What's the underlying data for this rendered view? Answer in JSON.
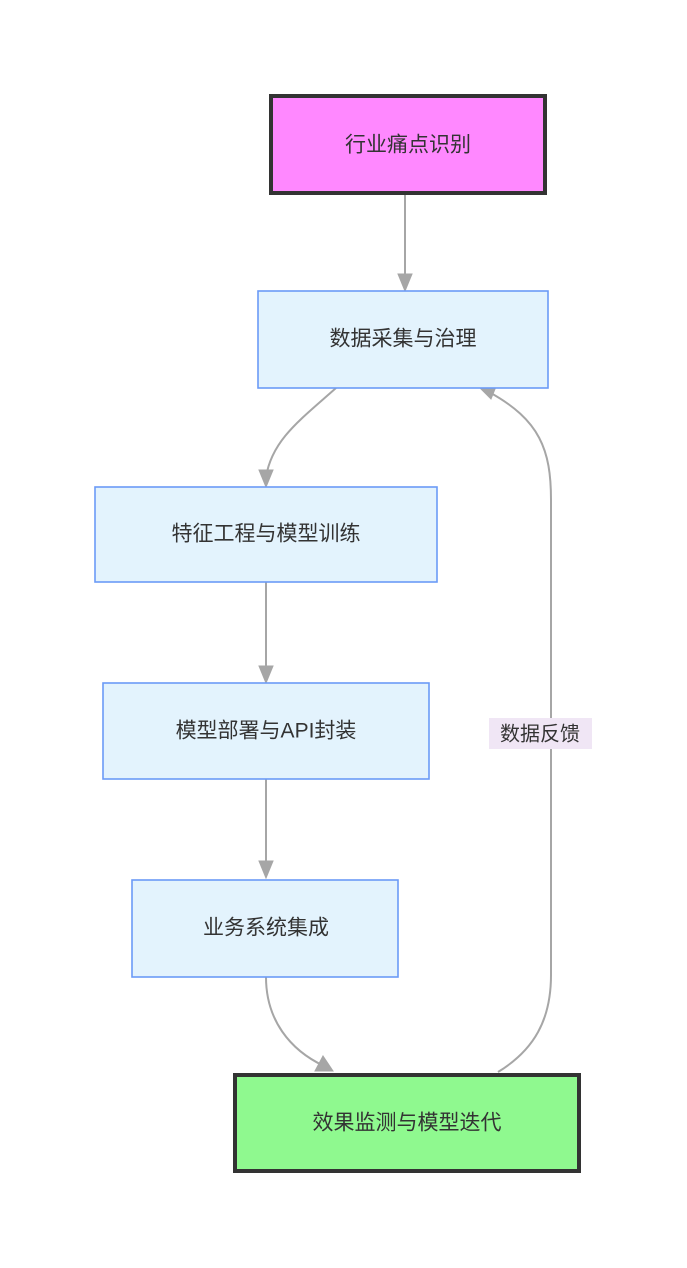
{
  "diagram": {
    "type": "flowchart",
    "orientation": "top-to-bottom",
    "background": "#ffffff",
    "nodes": [
      {
        "id": "n1",
        "label": "行业痛点识别",
        "fill": "#ff88ff",
        "stroke": "#333333",
        "text_color": "#333333",
        "emphasis": "start"
      },
      {
        "id": "n2",
        "label": "数据采集与治理",
        "fill": "#e3f3fd",
        "stroke": "#6b9bf7",
        "text_color": "#333333",
        "emphasis": "normal"
      },
      {
        "id": "n3",
        "label": "特征工程与模型训练",
        "fill": "#e3f3fd",
        "stroke": "#6b9bf7",
        "text_color": "#333333",
        "emphasis": "normal"
      },
      {
        "id": "n4",
        "label": "模型部署与API封装",
        "fill": "#e3f3fd",
        "stroke": "#6b9bf7",
        "text_color": "#333333",
        "emphasis": "normal"
      },
      {
        "id": "n5",
        "label": "业务系统集成",
        "fill": "#e3f3fd",
        "stroke": "#6b9bf7",
        "text_color": "#333333",
        "emphasis": "normal"
      },
      {
        "id": "n6",
        "label": "效果监测与模型迭代",
        "fill": "#8ff98f",
        "stroke": "#333333",
        "text_color": "#333333",
        "emphasis": "end"
      }
    ],
    "edges": [
      {
        "id": "e1",
        "from": "n1",
        "to": "n2",
        "label": ""
      },
      {
        "id": "e2",
        "from": "n2",
        "to": "n3",
        "label": ""
      },
      {
        "id": "e3",
        "from": "n3",
        "to": "n4",
        "label": ""
      },
      {
        "id": "e4",
        "from": "n4",
        "to": "n5",
        "label": ""
      },
      {
        "id": "e5",
        "from": "n5",
        "to": "n6",
        "label": ""
      },
      {
        "id": "e6",
        "from": "n6",
        "to": "n2",
        "label": "数据反馈"
      }
    ],
    "edge_style": {
      "stroke": "#a6a6a6",
      "arrow_fill": "#a6a6a6"
    },
    "edge_label_background": "#f0e6f5"
  }
}
